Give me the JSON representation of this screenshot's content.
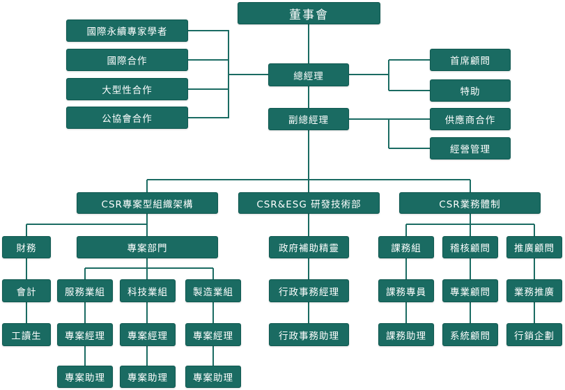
{
  "colors": {
    "box": "#1a6b62",
    "line": "#1a6b62",
    "text": "#ffffff"
  },
  "board": "董事會",
  "advisors": {
    "experts": "國際永續專家學者",
    "intl": "國際合作",
    "large": "大型性合作",
    "assoc": "公協會合作"
  },
  "gm": "總經理",
  "dgm": "副總經理",
  "staff": {
    "chief_advisor": "首席顧問",
    "special_assistant": "特助",
    "supplier": "供應商合作",
    "management": "經營管理"
  },
  "divisions": {
    "csr_project": "CSR專案型組織架構",
    "tech": "CSR&ESG 研發技術部",
    "business": "CSR業務體制"
  },
  "csr_project": {
    "finance": "財務",
    "accounting": "會計",
    "student": "工讀生",
    "project_dept": "專案部門",
    "service": {
      "group": "服務業組",
      "manager": "專案經理",
      "assistant": "專案助理"
    },
    "tech_group": {
      "group": "科技業組",
      "manager": "專案經理",
      "assistant": "專案助理"
    },
    "mfg": {
      "group": "製造業組",
      "manager": "專案經理",
      "assistant": "專案助理"
    }
  },
  "tech_dept": {
    "gov": "政府補助精靈",
    "admin_manager": "行政事務經理",
    "admin_assistant": "行政事務助理"
  },
  "business": {
    "course": {
      "head": "課務組",
      "staff": "課務專員",
      "assistant": "課務助理"
    },
    "audit": {
      "head": "稽核顧問",
      "staff": "專業顧問",
      "assistant": "系統顧問"
    },
    "promo": {
      "head": "推廣顧問",
      "staff": "業務推廣",
      "assistant": "行銷企劃"
    }
  }
}
